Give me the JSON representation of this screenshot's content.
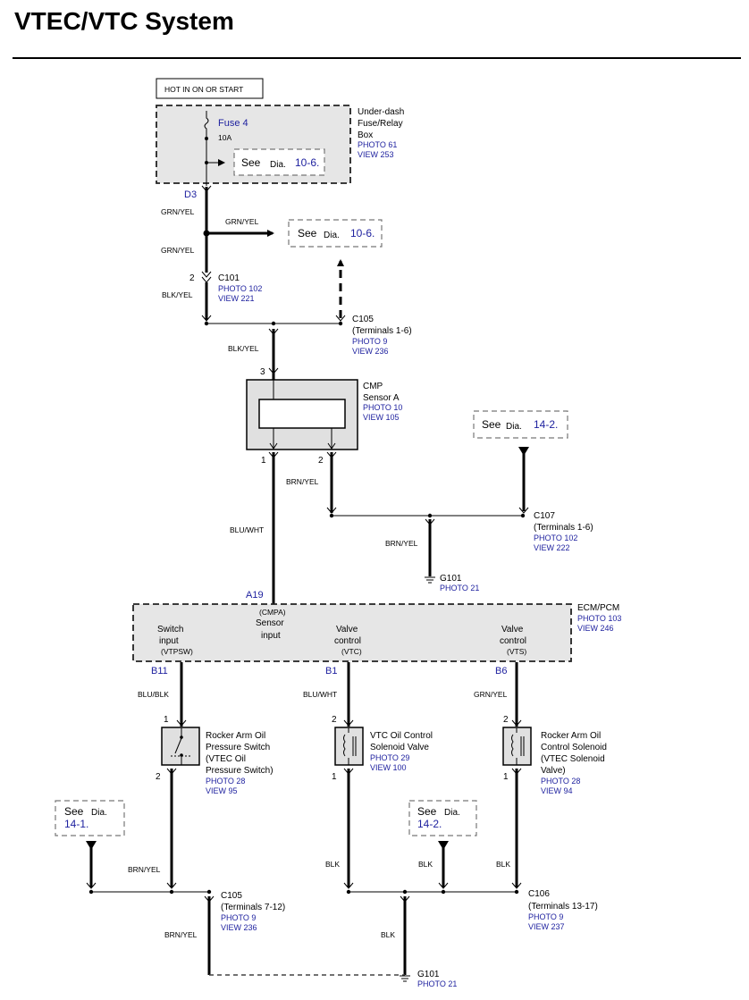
{
  "title": "VTEC/VTC System",
  "hot_label": "HOT IN ON OR START",
  "fusebox": {
    "fuse_name": "Fuse 4",
    "fuse_rating": "10A",
    "see_word": "See",
    "dia_word": "Dia.",
    "dia_ref": "10-6.",
    "name_line1": "Under-dash",
    "name_line2": "Fuse/Relay",
    "name_line3": "Box",
    "photo": "PHOTO 61",
    "view": "VIEW 253",
    "terminal": "D3"
  },
  "wires": {
    "grn_yel_1": "GRN/YEL",
    "grn_yel_branch": "GRN/YEL",
    "grn_yel_2": "GRN/YEL",
    "blk_yel_1": "BLK/YEL",
    "blk_yel_2": "BLK/YEL",
    "brn_yel_cmp": "BRN/YEL",
    "blu_wht_cmp": "BLU/WHT",
    "brn_yel_g101": "BRN/YEL",
    "blu_blk": "BLU/BLK",
    "blu_wht_vtc": "BLU/WHT",
    "grn_yel_vts": "GRN/YEL",
    "brn_yel_switch": "BRN/YEL",
    "blk_vtc": "BLK",
    "blk_ref": "BLK",
    "blk_vts": "BLK",
    "brn_yel_bottom": "BRN/YEL",
    "blk_bottom": "BLK"
  },
  "refs": {
    "ref_106_a": {
      "see": "See",
      "dia": "Dia.",
      "num": "10-6."
    },
    "ref_142_a": {
      "see": "See",
      "dia": "Dia.",
      "num": "14-2."
    },
    "ref_141": {
      "see": "See",
      "dia": "Dia.",
      "num": "14-1."
    },
    "ref_142_b": {
      "see": "See",
      "dia": "Dia.",
      "num": "14-2."
    }
  },
  "connectors": {
    "c101": {
      "pin": "2",
      "name": "C101",
      "photo": "PHOTO 102",
      "view": "VIEW 221"
    },
    "c105_top": {
      "name": "C105",
      "terms": "(Terminals 1-6)",
      "photo": "PHOTO 9",
      "view": "VIEW 236"
    },
    "c107": {
      "name": "C107",
      "terms": "(Terminals 1-6)",
      "photo": "PHOTO 102",
      "view": "VIEW 222"
    },
    "g101_top": {
      "name": "G101",
      "photo": "PHOTO 21"
    },
    "c105_bot": {
      "name": "C105",
      "terms": "(Terminals 7-12)",
      "photo": "PHOTO 9",
      "view": "VIEW 236"
    },
    "c106": {
      "name": "C106",
      "terms": "(Terminals 13-17)",
      "photo": "PHOTO 9",
      "view": "VIEW 237"
    },
    "g101_bot": {
      "name": "G101",
      "photo": "PHOTO 21"
    }
  },
  "cmp": {
    "pin3": "3",
    "pin1": "1",
    "pin2": "2",
    "name1": "CMP",
    "name2": "Sensor A",
    "photo": "PHOTO 10",
    "view": "VIEW 105"
  },
  "ecm": {
    "name": "ECM/PCM",
    "photo": "PHOTO 103",
    "view": "VIEW 246",
    "a19": "A19",
    "b11": "B11",
    "b1": "B1",
    "b6": "B6",
    "cmpa_code": "(CMPA)",
    "cmpa_l1": "Sensor",
    "cmpa_l2": "input",
    "sw_l1": "Switch",
    "sw_l2": "input",
    "sw_code": "(VTPSW)",
    "vtc_l1": "Valve",
    "vtc_l2": "control",
    "vtc_code": "(VTC)",
    "vts_l1": "Valve",
    "vts_l2": "control",
    "vts_code": "(VTS)"
  },
  "switch_comp": {
    "pin1": "1",
    "pin2": "2",
    "l1": "Rocker Arm Oil",
    "l2": "Pressure Switch",
    "l3": "(VTEC Oil",
    "l4": "Pressure Switch)",
    "photo": "PHOTO 28",
    "view": "VIEW 95"
  },
  "vtc_comp": {
    "pin2": "2",
    "pin1": "1",
    "l1": "VTC Oil Control",
    "l2": "Solenoid Valve",
    "photo": "PHOTO 29",
    "view": "VIEW 100"
  },
  "vts_comp": {
    "pin2": "2",
    "pin1": "1",
    "l1": "Rocker Arm Oil",
    "l2": "Control Solenoid",
    "l3": "(VTEC Solenoid",
    "l4": "Valve)",
    "photo": "PHOTO 28",
    "view": "VIEW 94"
  }
}
